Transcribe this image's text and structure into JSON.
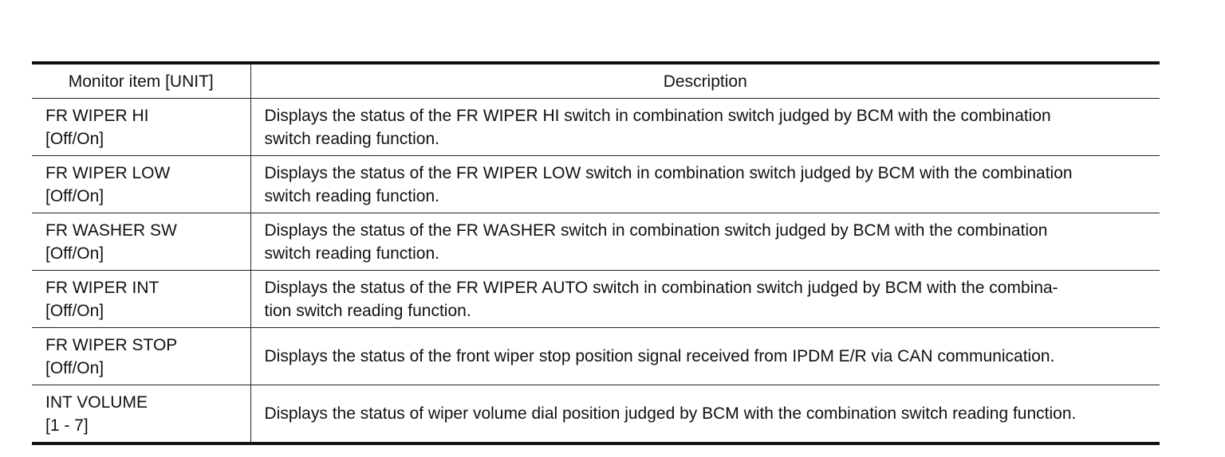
{
  "table": {
    "headers": [
      "Monitor item [UNIT]",
      "Description"
    ],
    "rows": [
      {
        "item": "FR WIPER HI",
        "unit": "[Off/On]",
        "desc_lines": [
          "Displays the status of the FR WIPER HI switch in combination switch judged by BCM with the combination",
          "switch reading function."
        ]
      },
      {
        "item": "FR WIPER LOW",
        "unit": "[Off/On]",
        "desc_lines": [
          "Displays the status of the FR WIPER LOW switch in combination switch judged by BCM with the combination",
          "switch reading function."
        ]
      },
      {
        "item": "FR WASHER SW",
        "unit": "[Off/On]",
        "desc_lines": [
          "Displays the status of the FR WASHER switch in combination switch judged by BCM with the combination",
          "switch reading function."
        ]
      },
      {
        "item": "FR WIPER INT",
        "unit": "[Off/On]",
        "desc_lines": [
          "Displays the status of the FR WIPER AUTO switch in combination switch judged by BCM with the combina-",
          "tion switch reading function."
        ]
      },
      {
        "item": "FR WIPER STOP",
        "unit": "[Off/On]",
        "desc_lines": [
          "Displays the status of the front wiper stop position signal received from IPDM E/R via CAN communication."
        ]
      },
      {
        "item": "INT VOLUME",
        "unit": "[1 - 7]",
        "desc_lines": [
          "Displays the status of wiper volume dial position judged by BCM with the combination switch reading function."
        ]
      }
    ]
  }
}
